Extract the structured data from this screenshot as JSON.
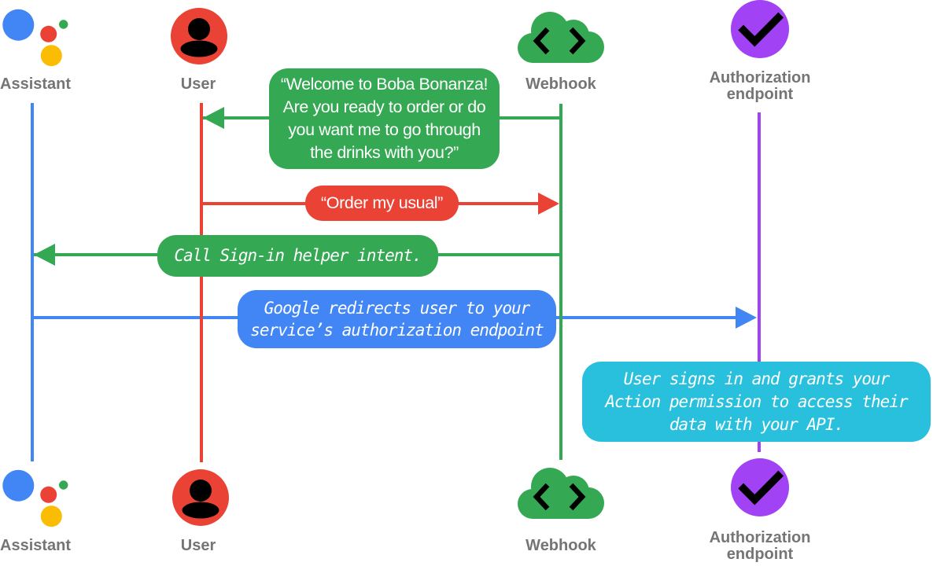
{
  "colors": {
    "blue": "#4285F4",
    "red": "#EA4335",
    "green": "#34A853",
    "yellow": "#FBBC04",
    "purple": "#A142F4",
    "cyan": "#29C0DD",
    "label_gray": "#757575",
    "message_text": "#FFFFFF"
  },
  "actors": [
    {
      "id": "assistant",
      "label": "Assistant",
      "icon": "google-assistant-icon",
      "color": "#4285F4"
    },
    {
      "id": "user",
      "label": "User",
      "icon": "user-icon",
      "color": "#EA4335"
    },
    {
      "id": "webhook",
      "label": "Webhook",
      "icon": "webhook-cloud-icon",
      "color": "#34A853"
    },
    {
      "id": "authorization",
      "label": "Authorization endpoint",
      "icon": "authorization-check-icon",
      "color": "#A142F4"
    }
  ],
  "messages": [
    {
      "from": "webhook",
      "to": "user",
      "kind": "speech-bubble",
      "color": "#34A853",
      "lines": [
        "“Welcome to Boba Bonanza!",
        "Are you ready to order or do",
        "you want me to go through",
        "the drinks with you?”"
      ]
    },
    {
      "from": "user",
      "to": "webhook",
      "kind": "speech-bubble",
      "color": "#EA4335",
      "lines": [
        "“Order my usual”"
      ]
    },
    {
      "from": "webhook",
      "to": "assistant",
      "kind": "code-call",
      "color": "#34A853",
      "lines": [
        "Call Sign-in helper intent."
      ]
    },
    {
      "from": "assistant",
      "to": "authorization",
      "kind": "code-call",
      "color": "#4285F4",
      "lines": [
        "Google redirects user to your",
        "service’s authorization endpoint"
      ]
    },
    {
      "on": "authorization",
      "kind": "note",
      "color": "#29C0DD",
      "lines": [
        "User signs in and grants your",
        "Action permission to access their",
        "data with your API."
      ]
    }
  ]
}
